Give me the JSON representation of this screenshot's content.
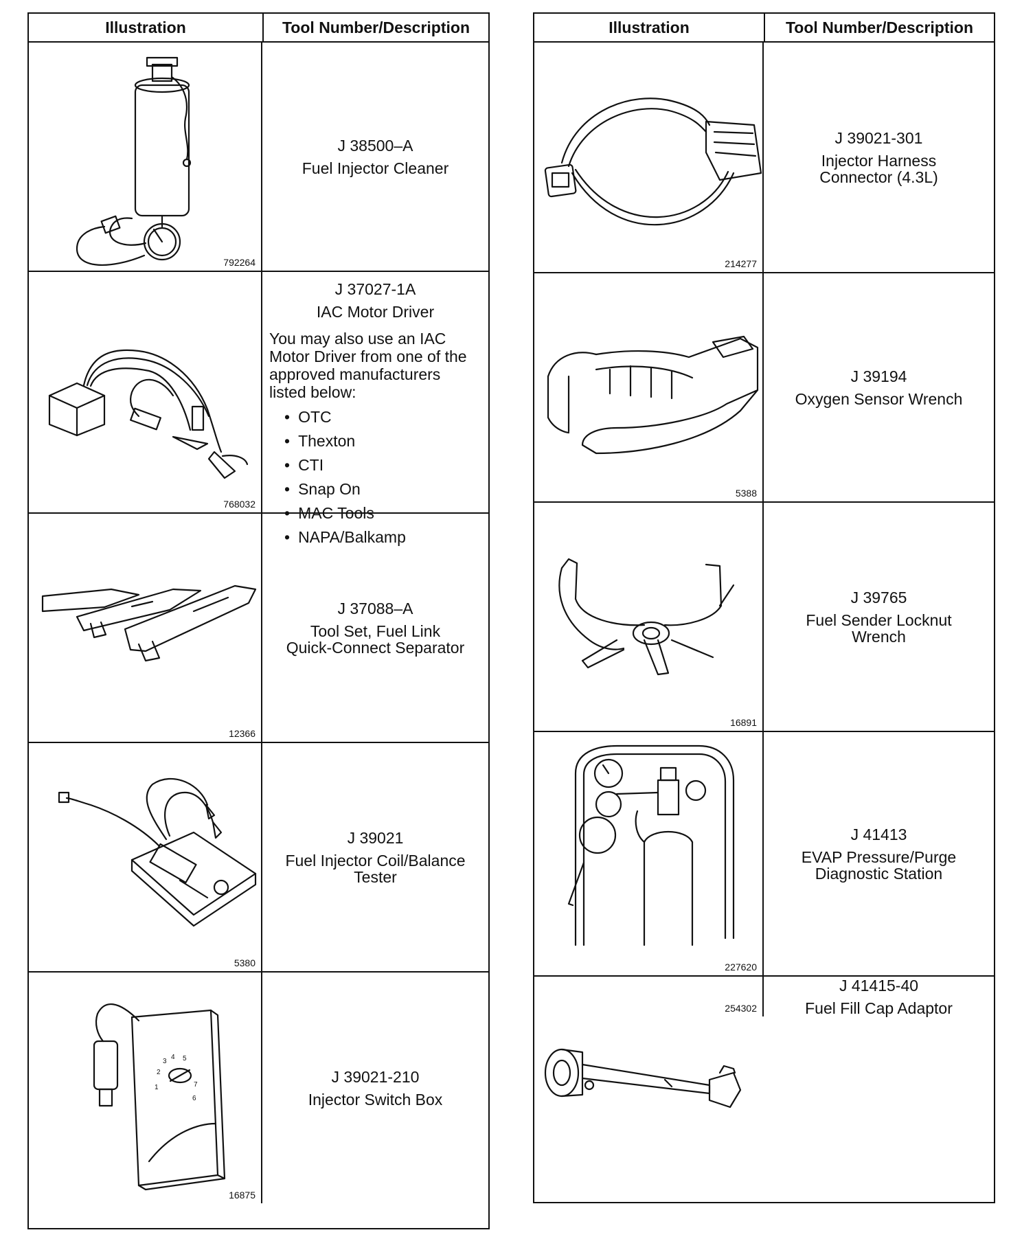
{
  "left": {
    "header": {
      "illustration": "Illustration",
      "tool": "Tool Number/Description"
    },
    "rows": [
      {
        "fig": "792264",
        "number": "J 38500–A",
        "title": "Fuel Injector Cleaner"
      },
      {
        "fig": "768032",
        "number": "J 37027-1A",
        "title": "IAC Motor Driver",
        "note": "You may also use an IAC Motor Driver from one of the approved manufacturers listed below:",
        "list": [
          "OTC",
          "Thexton",
          "CTI",
          "Snap On",
          "MAC Tools",
          "NAPA/Balkamp"
        ]
      },
      {
        "fig": "12366",
        "number": "J 37088–A",
        "title": "Tool Set, Fuel Link\nQuick-Connect Separator"
      },
      {
        "fig": "5380",
        "number": "J 39021",
        "title": "Fuel Injector Coil/Balance\nTester"
      },
      {
        "fig": "16875",
        "number": "J 39021-210",
        "title": "Injector Switch Box"
      }
    ]
  },
  "right": {
    "header": {
      "illustration": "Illustration",
      "tool": "Tool Number/Description"
    },
    "rows": [
      {
        "fig": "214277",
        "number": "J 39021-301",
        "title": "Injector Harness\nConnector (4.3L)"
      },
      {
        "fig": "5388",
        "number": "J 39194",
        "title": "Oxygen Sensor Wrench"
      },
      {
        "fig": "16891",
        "number": "J 39765",
        "title": "Fuel Sender Locknut\nWrench"
      },
      {
        "fig": "227620",
        "number": "J 41413",
        "title": "EVAP Pressure/Purge\nDiagnostic Station"
      },
      {
        "fig": "254302",
        "number": "J 41415-40",
        "title": "Fuel Fill Cap Adaptor"
      }
    ]
  },
  "dial_numbers": [
    "1",
    "2",
    "3",
    "4",
    "5",
    "6",
    "7"
  ]
}
